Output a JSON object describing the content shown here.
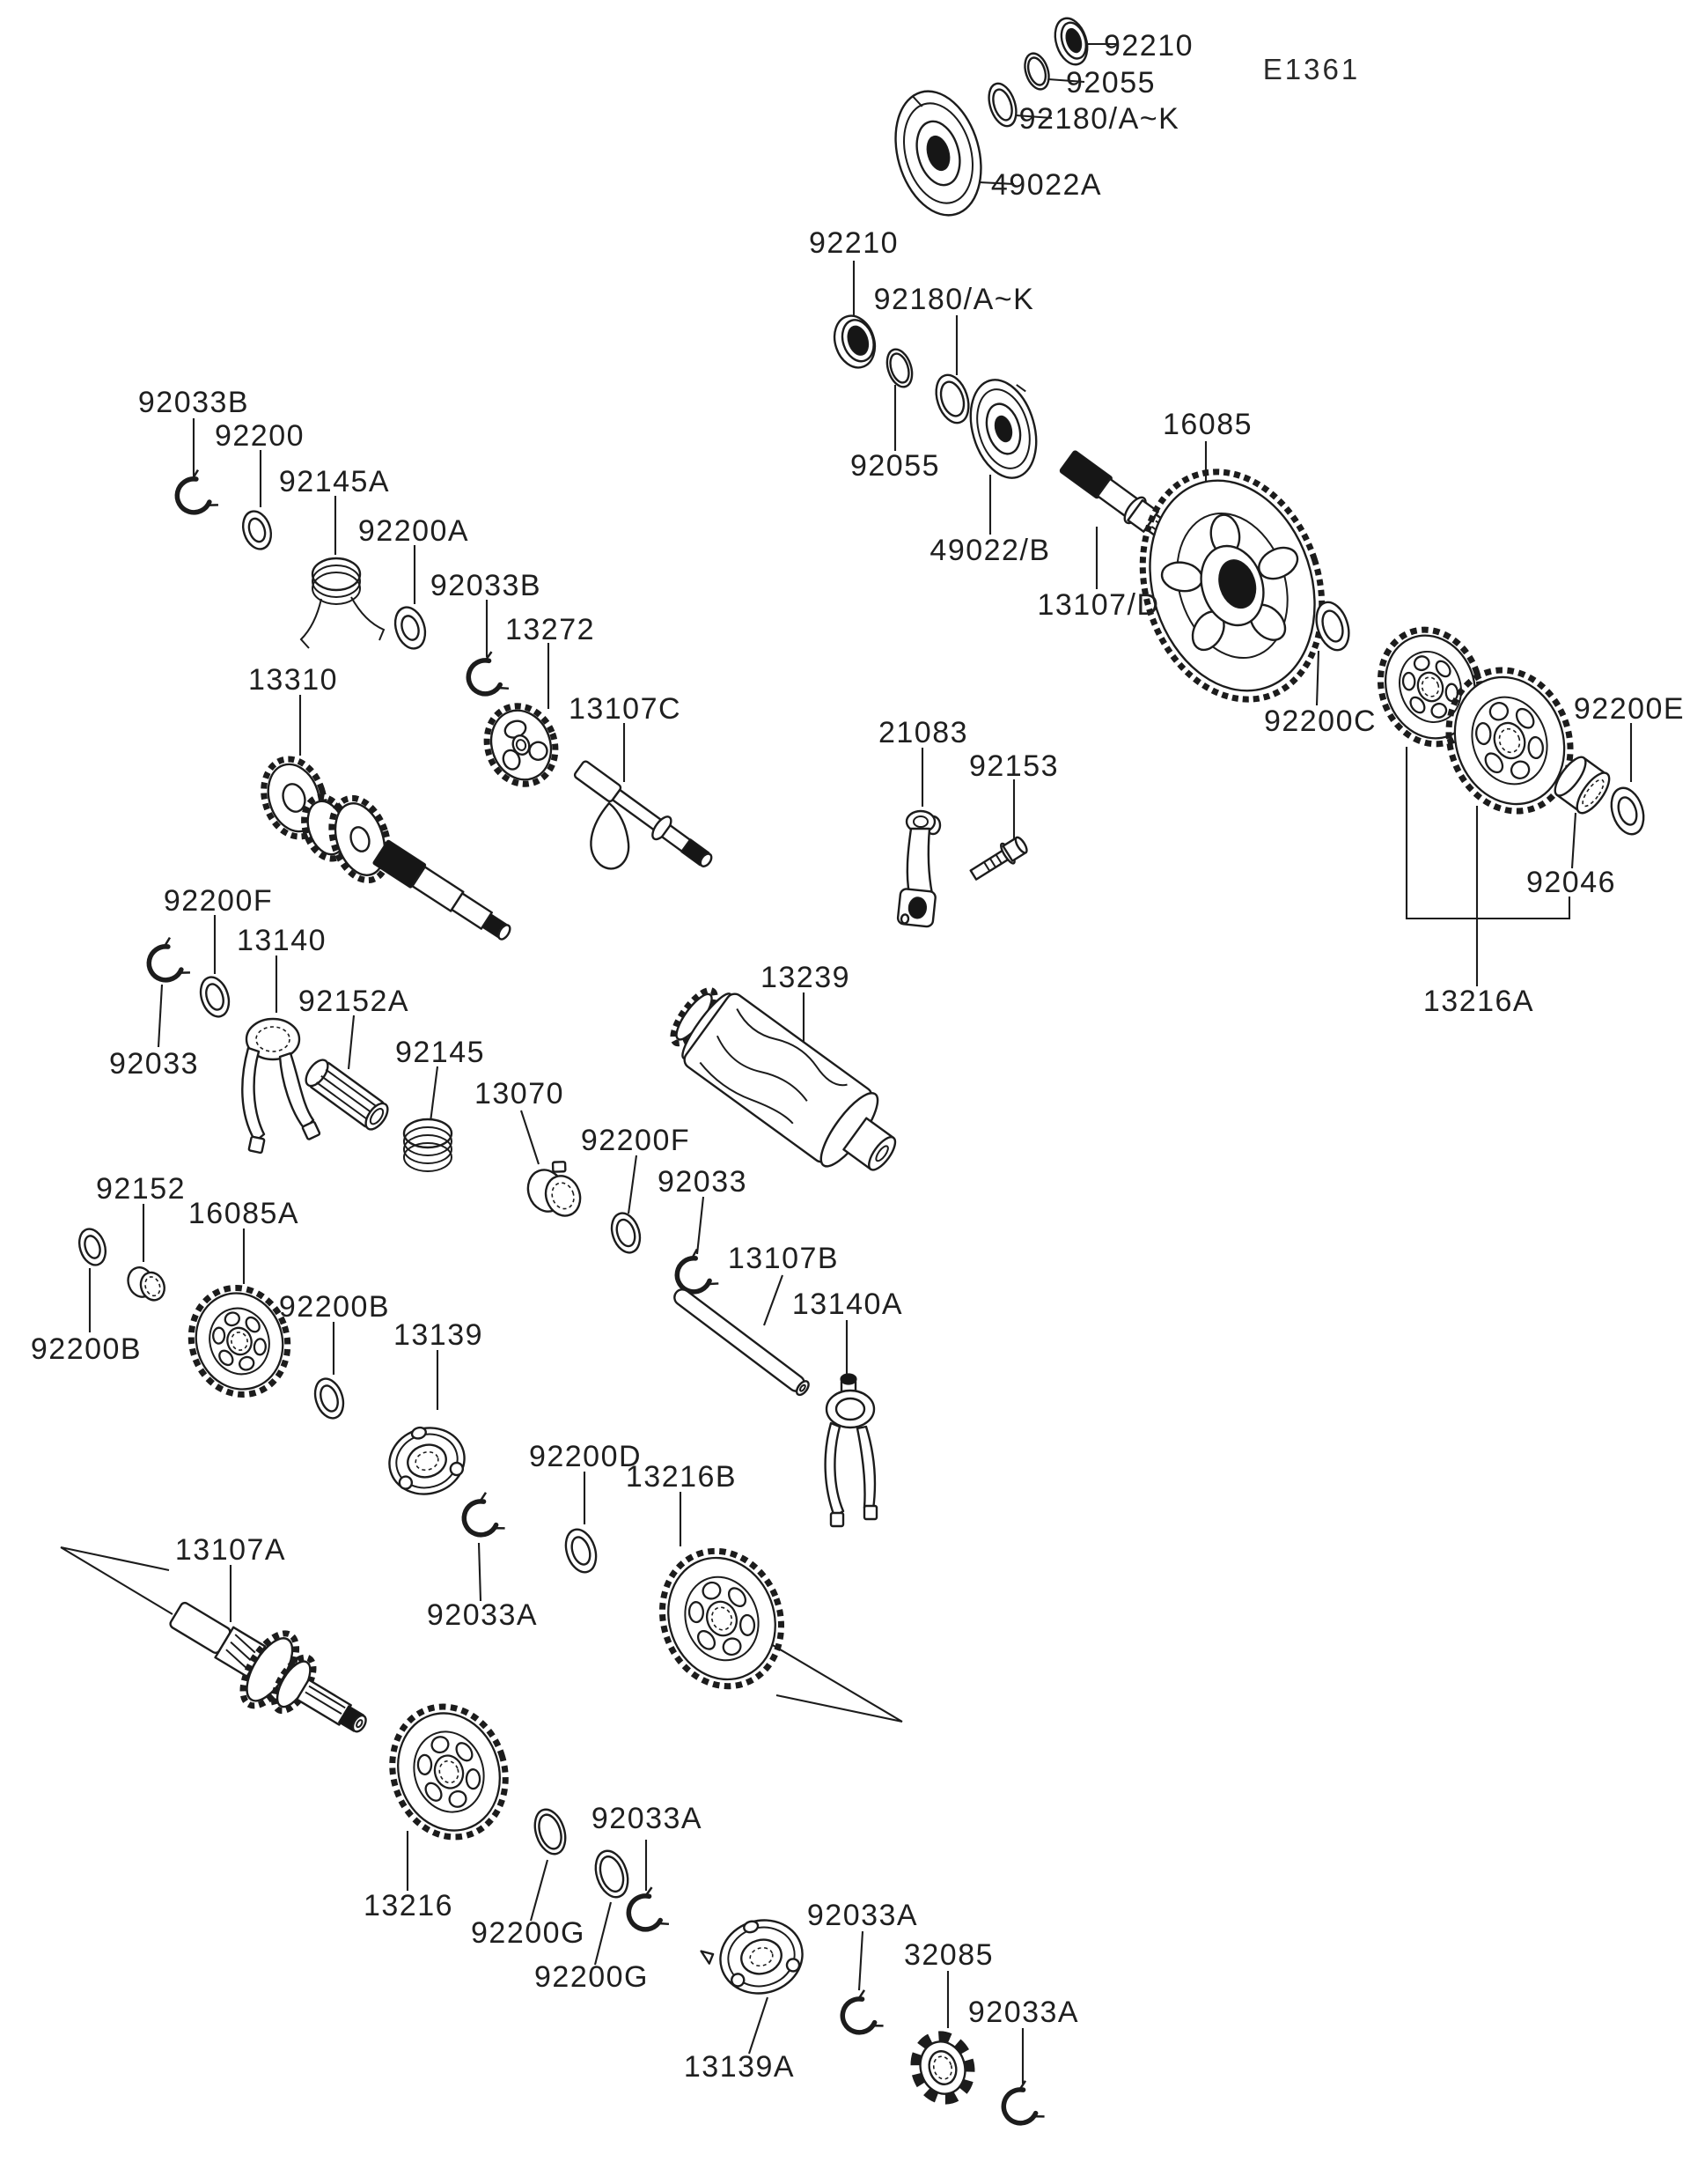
{
  "diagram": {
    "code": "E1361",
    "labels": [
      {
        "text": "92210"
      },
      {
        "text": "92055"
      },
      {
        "text": "92180/A~K"
      },
      {
        "text": "49022A"
      },
      {
        "text": "92210"
      },
      {
        "text": "92180/A~K"
      },
      {
        "text": "92055"
      },
      {
        "text": "49022/B"
      },
      {
        "text": "13107/D"
      },
      {
        "text": "16085"
      },
      {
        "text": "92200C"
      },
      {
        "text": "92200E"
      },
      {
        "text": "92046"
      },
      {
        "text": "13216A"
      },
      {
        "text": "92033B"
      },
      {
        "text": "92200"
      },
      {
        "text": "92145A"
      },
      {
        "text": "92200A"
      },
      {
        "text": "92033B"
      },
      {
        "text": "13272"
      },
      {
        "text": "13310"
      },
      {
        "text": "13107C"
      },
      {
        "text": "21083"
      },
      {
        "text": "92153"
      },
      {
        "text": "92200F"
      },
      {
        "text": "13140"
      },
      {
        "text": "92152A"
      },
      {
        "text": "13239"
      },
      {
        "text": "92145"
      },
      {
        "text": "92033"
      },
      {
        "text": "13070"
      },
      {
        "text": "92200F"
      },
      {
        "text": "92033"
      },
      {
        "text": "92152"
      },
      {
        "text": "16085A"
      },
      {
        "text": "13107B"
      },
      {
        "text": "13140A"
      },
      {
        "text": "92200B"
      },
      {
        "text": "92200B"
      },
      {
        "text": "13139"
      },
      {
        "text": "92200D"
      },
      {
        "text": "13216B"
      },
      {
        "text": "13107A"
      },
      {
        "text": "92033A"
      },
      {
        "text": "13216"
      },
      {
        "text": "92200G"
      },
      {
        "text": "92200G"
      },
      {
        "text": "92033A"
      },
      {
        "text": "13139A"
      },
      {
        "text": "92033A"
      },
      {
        "text": "32085"
      },
      {
        "text": "92033A"
      }
    ]
  }
}
